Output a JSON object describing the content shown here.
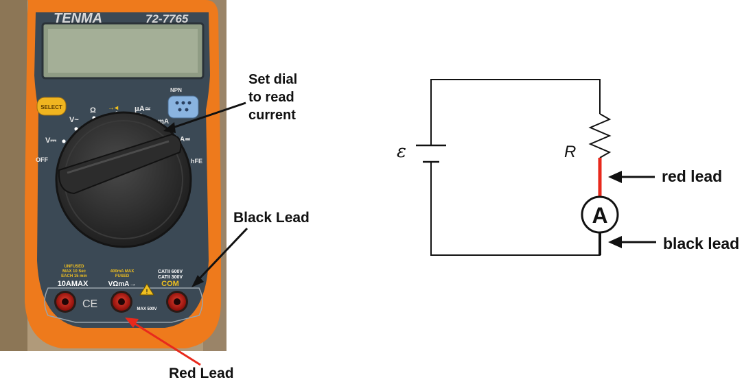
{
  "meter": {
    "brand": "TENMA",
    "model": "72-7765",
    "select_label": "SELECT",
    "npn_label": "NPN",
    "dial_marks": {
      "ohm": "Ω",
      "diode": "→◂",
      "microamp": "μA≃",
      "milliamp": "mA",
      "vac": "V~",
      "vdc": "V⎓",
      "off": "OFF",
      "hfe": "hFE",
      "amp": "A≃"
    },
    "jack_10a_note": [
      "UNFUSED",
      "MAX 10 Sec",
      "EACH 15 min"
    ],
    "jack_10a_label": "10AMAX",
    "jack_vma_note": [
      "400mA MAX",
      "FUSED"
    ],
    "jack_vma_label": "VΩmA→",
    "jack_com_note": [
      "CATII 600V",
      "CATII 300V"
    ],
    "jack_com_label": "COM",
    "ce_mark": "CE",
    "max_voltage": "MAX 500V",
    "colors": {
      "body": "#ee7a1c",
      "panel": "#3b4955",
      "select": "#f0b520",
      "npn": "#8ab4e0",
      "jack": "#b8140e"
    }
  },
  "annotations": {
    "set_dial": [
      "Set dial",
      "to read",
      "current"
    ],
    "black_lead": "Black Lead",
    "red_lead": "Red Lead"
  },
  "circuit": {
    "emf": "ε",
    "resistor": "R",
    "ammeter": "A",
    "red_lead_label": "red lead",
    "black_lead_label": "black lead",
    "colors": {
      "wire": "#111111",
      "red_lead": "#e8291c"
    }
  }
}
